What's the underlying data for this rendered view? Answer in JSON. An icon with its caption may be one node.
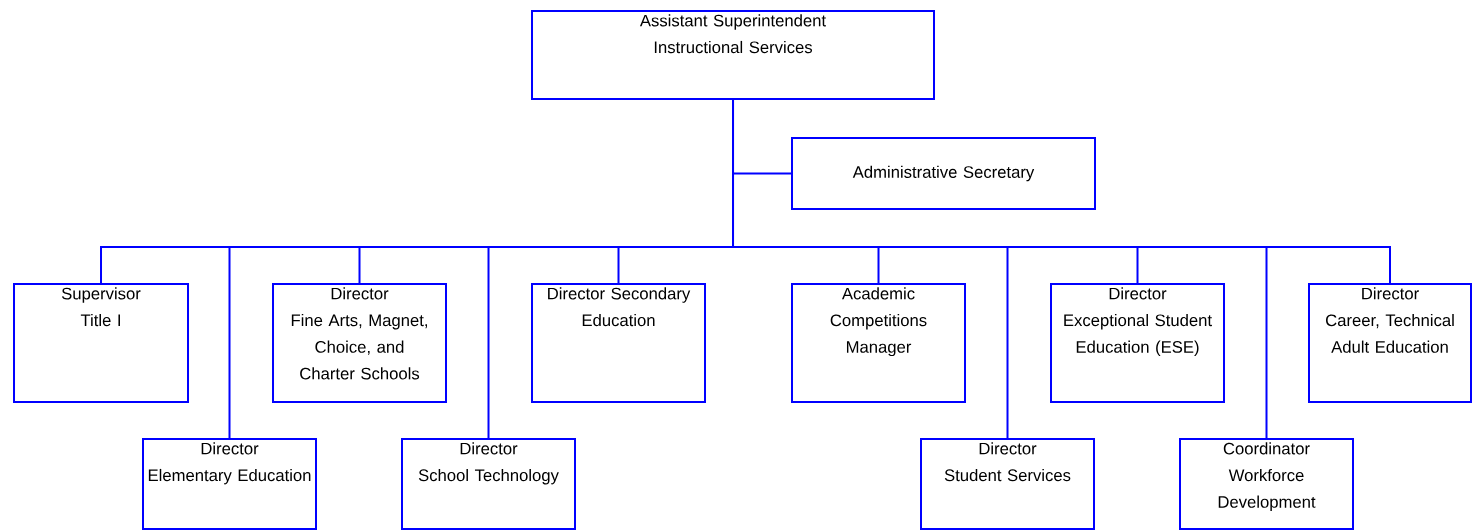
{
  "diagram": {
    "nodes": [
      {
        "text": [
          "Assistant Superintendent",
          "Instructional Services"
        ]
      },
      {
        "text": [
          "Administrative Secretary"
        ]
      },
      {
        "text": [
          "Supervisor",
          "Title I"
        ]
      },
      {
        "text": [
          "Director",
          "Elementary Education"
        ]
      },
      {
        "text": [
          "Director",
          "Fine Arts, Magnet, Choice, and Charter Schools"
        ]
      },
      {
        "text": [
          "Director",
          "School Technology"
        ]
      },
      {
        "text": [
          "Director Secondary Education"
        ]
      },
      {
        "text": [
          "Academic Competitions Manager"
        ]
      },
      {
        "text": [
          "Director",
          "Student Services"
        ]
      },
      {
        "text": [
          "Director",
          "Exceptional Student Education (ESE)"
        ]
      },
      {
        "text": [
          "Coordinator",
          "Workforce Development"
        ]
      },
      {
        "text": [
          "Director",
          "Career, Technical Adult Education"
        ]
      }
    ],
    "edges": [
      {
        "from": 0,
        "to": 1,
        "arrow": "none"
      },
      {
        "from": 0,
        "to": 2,
        "arrow": "none"
      },
      {
        "from": 0,
        "to": 3,
        "arrow": "none"
      },
      {
        "from": 0,
        "to": 4,
        "arrow": "none"
      },
      {
        "from": 0,
        "to": 5,
        "arrow": "none"
      },
      {
        "from": 0,
        "to": 6,
        "arrow": "none"
      },
      {
        "from": 0,
        "to": 7,
        "arrow": "none"
      },
      {
        "from": 0,
        "to": 8,
        "arrow": "none"
      },
      {
        "from": 0,
        "to": 9,
        "arrow": "none"
      },
      {
        "from": 0,
        "to": 10,
        "arrow": "none"
      },
      {
        "from": 0,
        "to": 11,
        "arrow": "none"
      }
    ]
  }
}
